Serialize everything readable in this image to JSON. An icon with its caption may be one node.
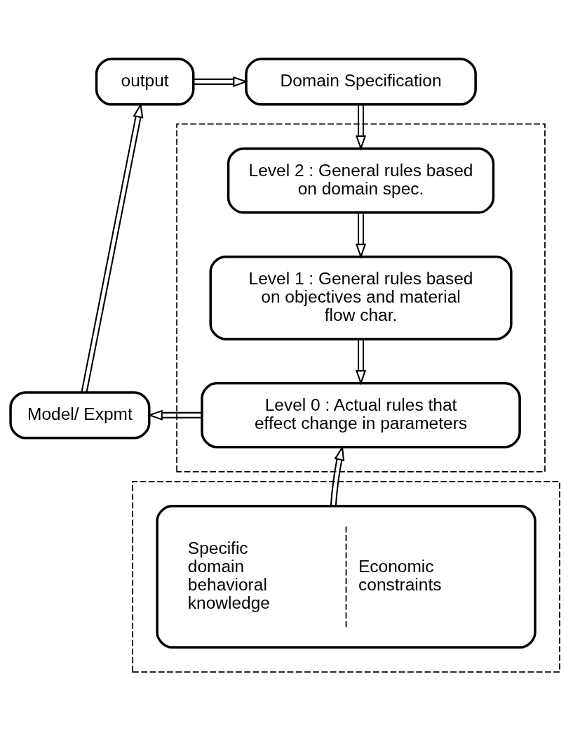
{
  "diagram": {
    "nodes": [
      {
        "text": [
          "output"
        ]
      },
      {
        "text": [
          "Domain Specification"
        ]
      },
      {
        "text": [],
        "shape": "box"
      },
      {
        "text": [
          "Level 2 : General rules based on domain spec."
        ],
        "in": 2
      },
      {
        "text": [
          "Level 1 : General rules based on objectives and material flow char."
        ],
        "in": 2
      },
      {
        "text": [
          "Level 0 : Actual rules that effect change in parameters"
        ],
        "in": 2
      },
      {
        "text": [
          "Model/ Expmt"
        ]
      },
      {
        "text": [],
        "shape": "box"
      },
      {
        "text": [
          "Specific domain behavioral knowledge",
          "Economic constraints"
        ],
        "in": 7
      }
    ],
    "edges": [
      {
        "from": 0,
        "to": 1,
        "arrow": "to"
      },
      {
        "from": 1,
        "to": 3,
        "arrow": "to"
      },
      {
        "from": 3,
        "to": 4,
        "arrow": "to"
      },
      {
        "from": 4,
        "to": 5,
        "arrow": "to"
      },
      {
        "from": 5,
        "to": 6,
        "arrow": "to"
      },
      {
        "from": 8,
        "to": 5,
        "arrow": "to"
      },
      {
        "from": 6,
        "to": 0,
        "arrow": "to"
      }
    ]
  }
}
